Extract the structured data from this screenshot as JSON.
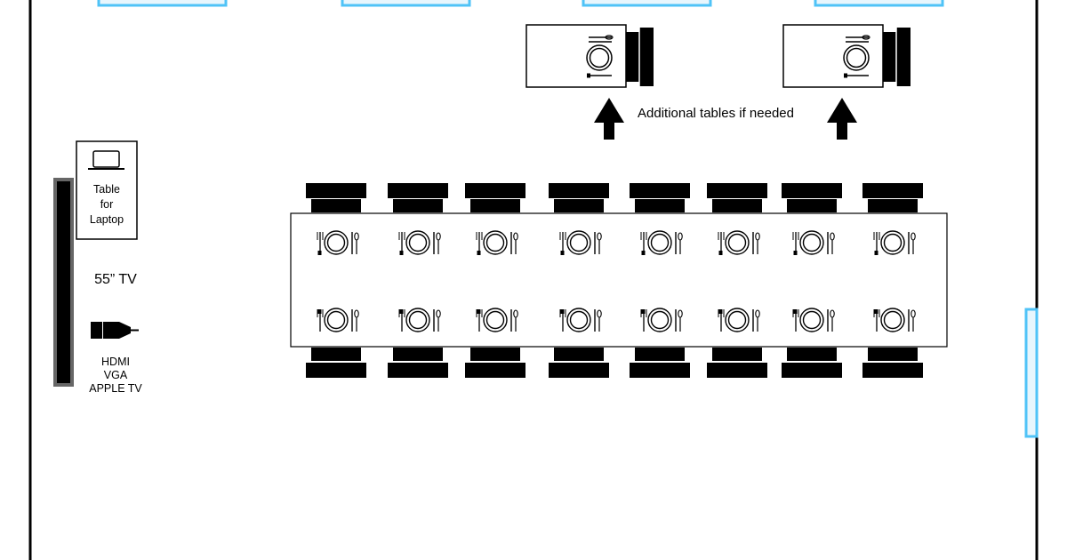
{
  "colors": {
    "wall": "#000000",
    "window": "#4fc3f7",
    "window_fill": "#e8f6fd",
    "tv_frame": "#555555",
    "chair": "#000000",
    "outline": "#000000"
  },
  "labels": {
    "laptop_table": [
      "Table",
      "for",
      "Laptop"
    ],
    "tv": "55” TV",
    "ports": [
      "HDMI",
      "VGA",
      "APPLE TV"
    ],
    "additional_tables": "Additional tables if needed"
  },
  "icons": {
    "laptop": "laptop-icon",
    "hdmi_connector": "hdmi-connector-icon",
    "place_setting": "place-setting-icon",
    "arrow": "arrow-up-icon"
  }
}
